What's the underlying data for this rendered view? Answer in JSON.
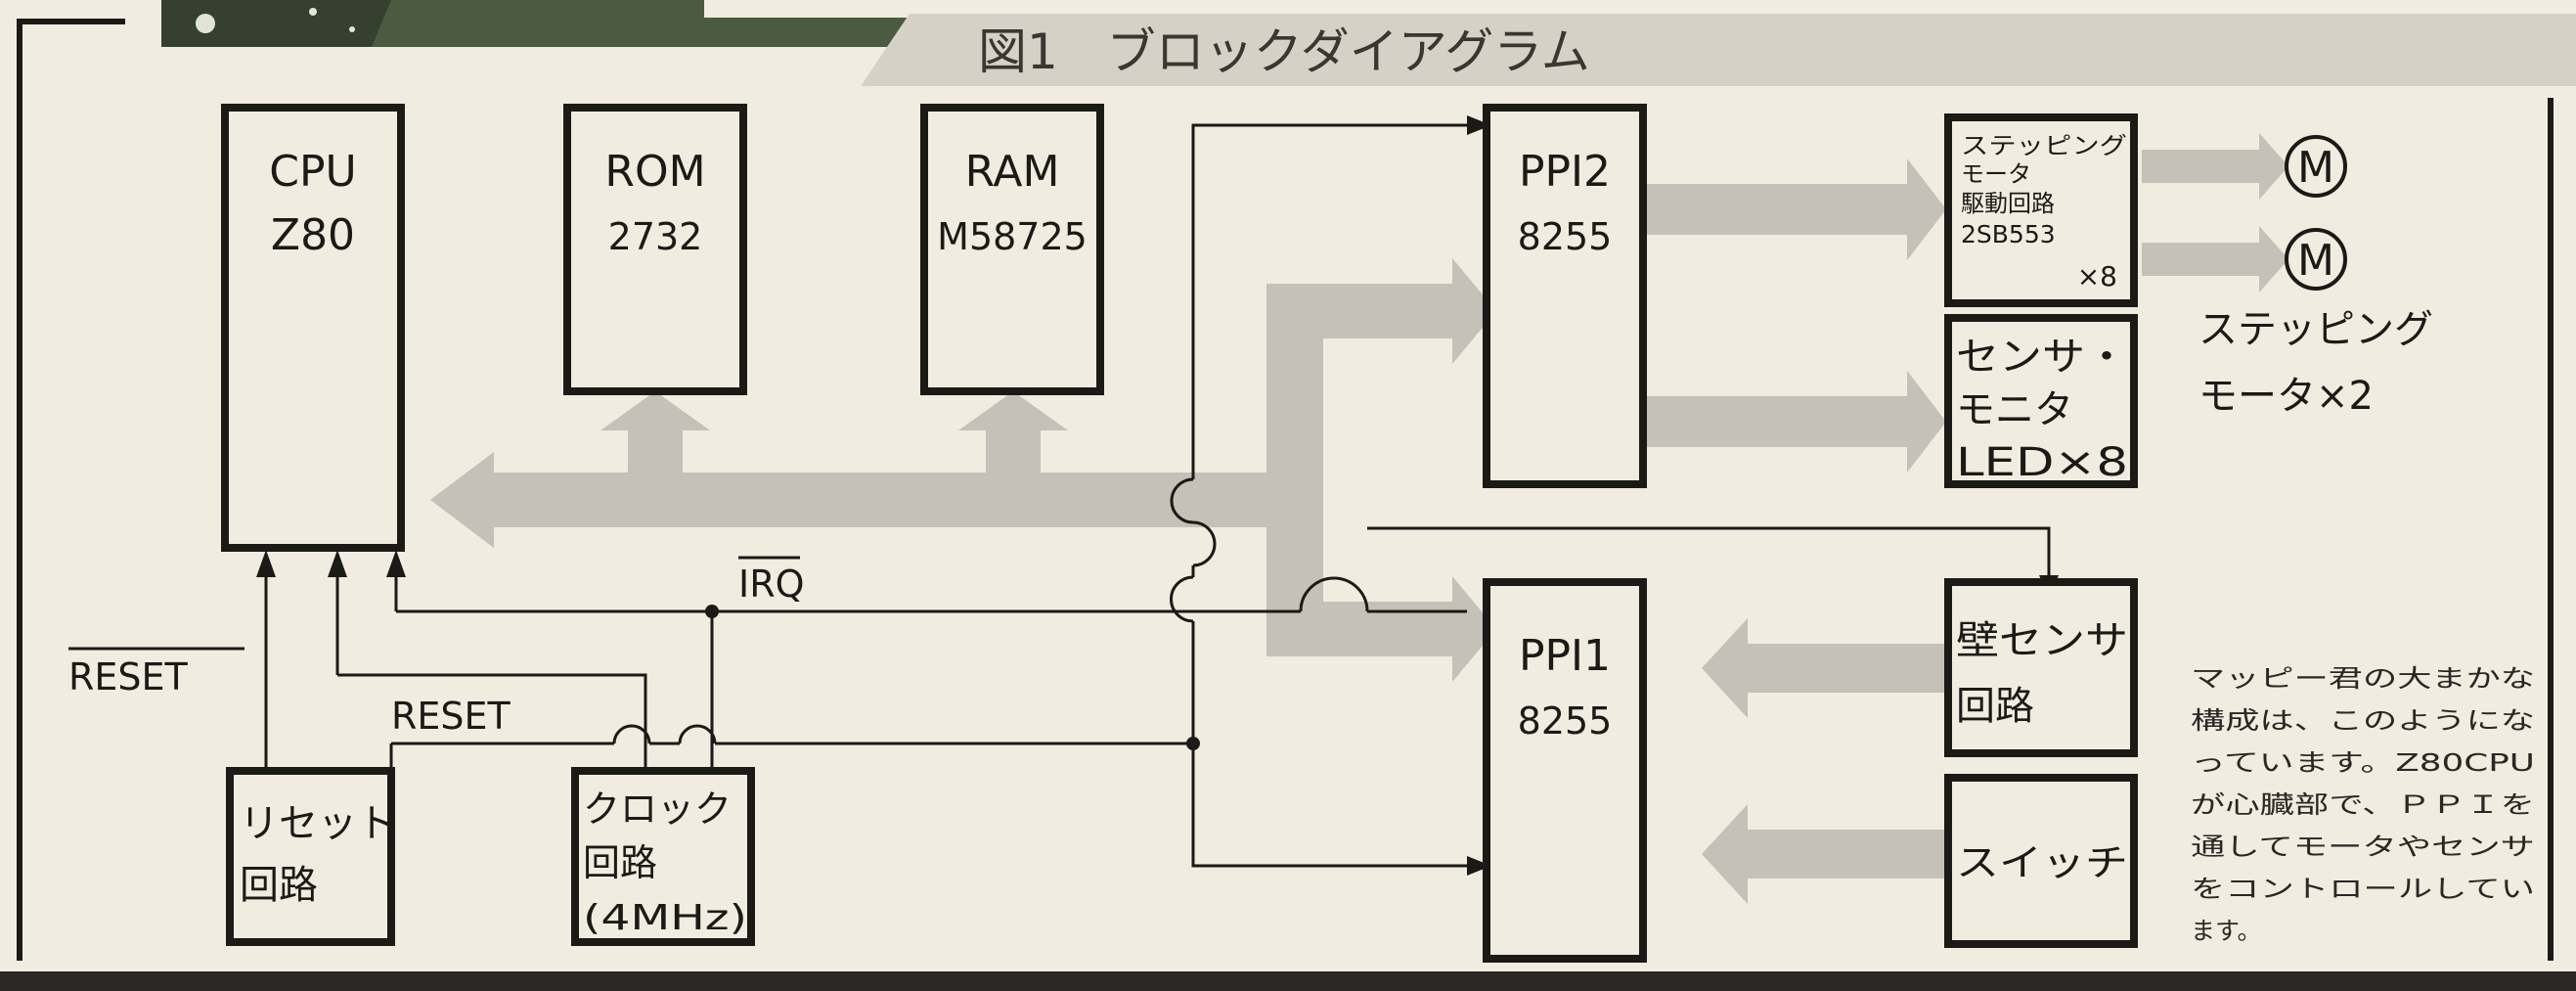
{
  "figure": {
    "title": "図1　ブロックダイアグラム"
  },
  "blocks": {
    "cpu": [
      "CPU",
      "Z80"
    ],
    "rom": [
      "ROM",
      "2732"
    ],
    "ram": [
      "RAM",
      "M58725"
    ],
    "ppi2": [
      "PPI2",
      "8255"
    ],
    "ppi1": [
      "PPI1",
      "8255"
    ],
    "motor_driver": [
      "ステッピング",
      "モータ",
      "駆動回路",
      "2SB553",
      "×8"
    ],
    "sensor_monitor": [
      "センサ・",
      "モニタ",
      "LED×8"
    ],
    "wall_sensor": [
      "壁センサ",
      "回路"
    ],
    "switch": [
      "スイッチ"
    ],
    "reset_circuit": [
      "リセット",
      "回路"
    ],
    "clock_circuit": [
      "クロック",
      "回路",
      "(4MHz)"
    ]
  },
  "motors": {
    "symbol": "M",
    "label": [
      "ステッピング",
      "モータ×2"
    ]
  },
  "signals": {
    "irq": "IRQ",
    "reset_bar": "RESET",
    "reset": "RESET"
  },
  "caption": [
    "マッピー君の大まかな",
    "構成は、このようにな",
    "っています。Z80CPU",
    "が心臓部で、ＰＰＩを",
    "通してモータやセンサ",
    "をコントロールしてい",
    "ます。"
  ],
  "colors": {
    "bus": "#c5c0b8",
    "line": "#1c1a17",
    "paper": "#f1ece0",
    "title_band": "#d6d1c6"
  }
}
